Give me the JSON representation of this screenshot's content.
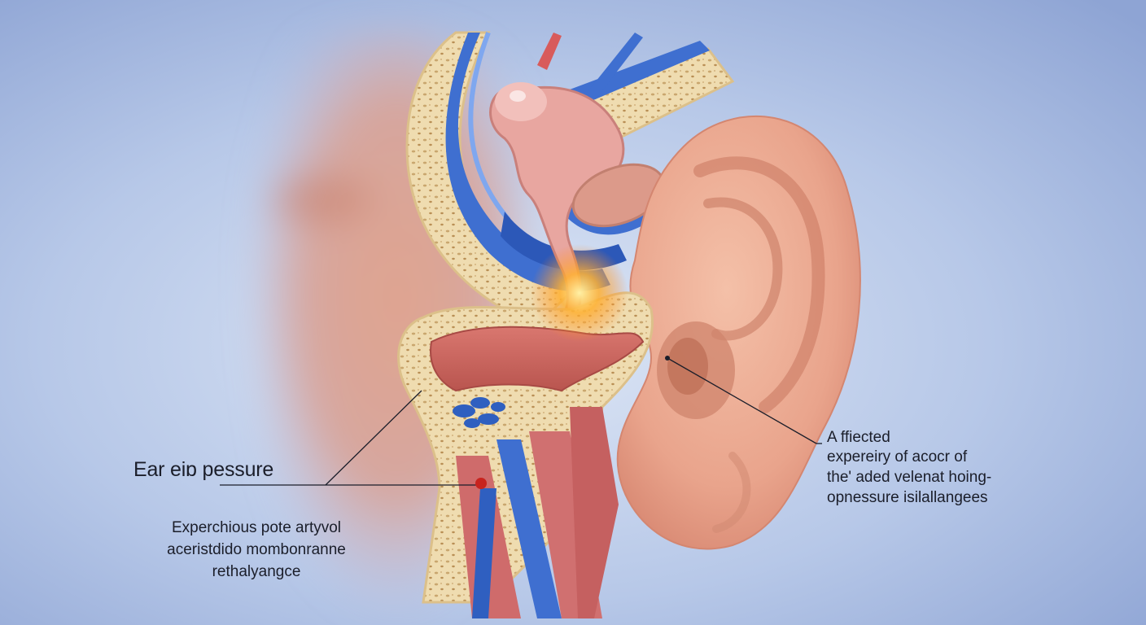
{
  "labels": {
    "left_title": "Ear eiɒ pessure",
    "left_description": [
      "Experchious pote  artyvol",
      "aceristdido  mombonranne",
      "rethalyangce"
    ],
    "right_description": [
      "A ffiected",
      "expereiry of acocr of",
      "the' aded velenat hoing-",
      "opnessure isilallangees"
    ]
  },
  "colors": {
    "background": "#9fb4dc",
    "bone": "#efdcb0",
    "vein_blue": "#3f6fd0",
    "ear_skin": "#eaa98f",
    "tissue_red": "#cf6b6b",
    "inflammation_glow": "#ffb030",
    "leader_line": "#1b1e2a",
    "marker_red": "#c8231e"
  }
}
